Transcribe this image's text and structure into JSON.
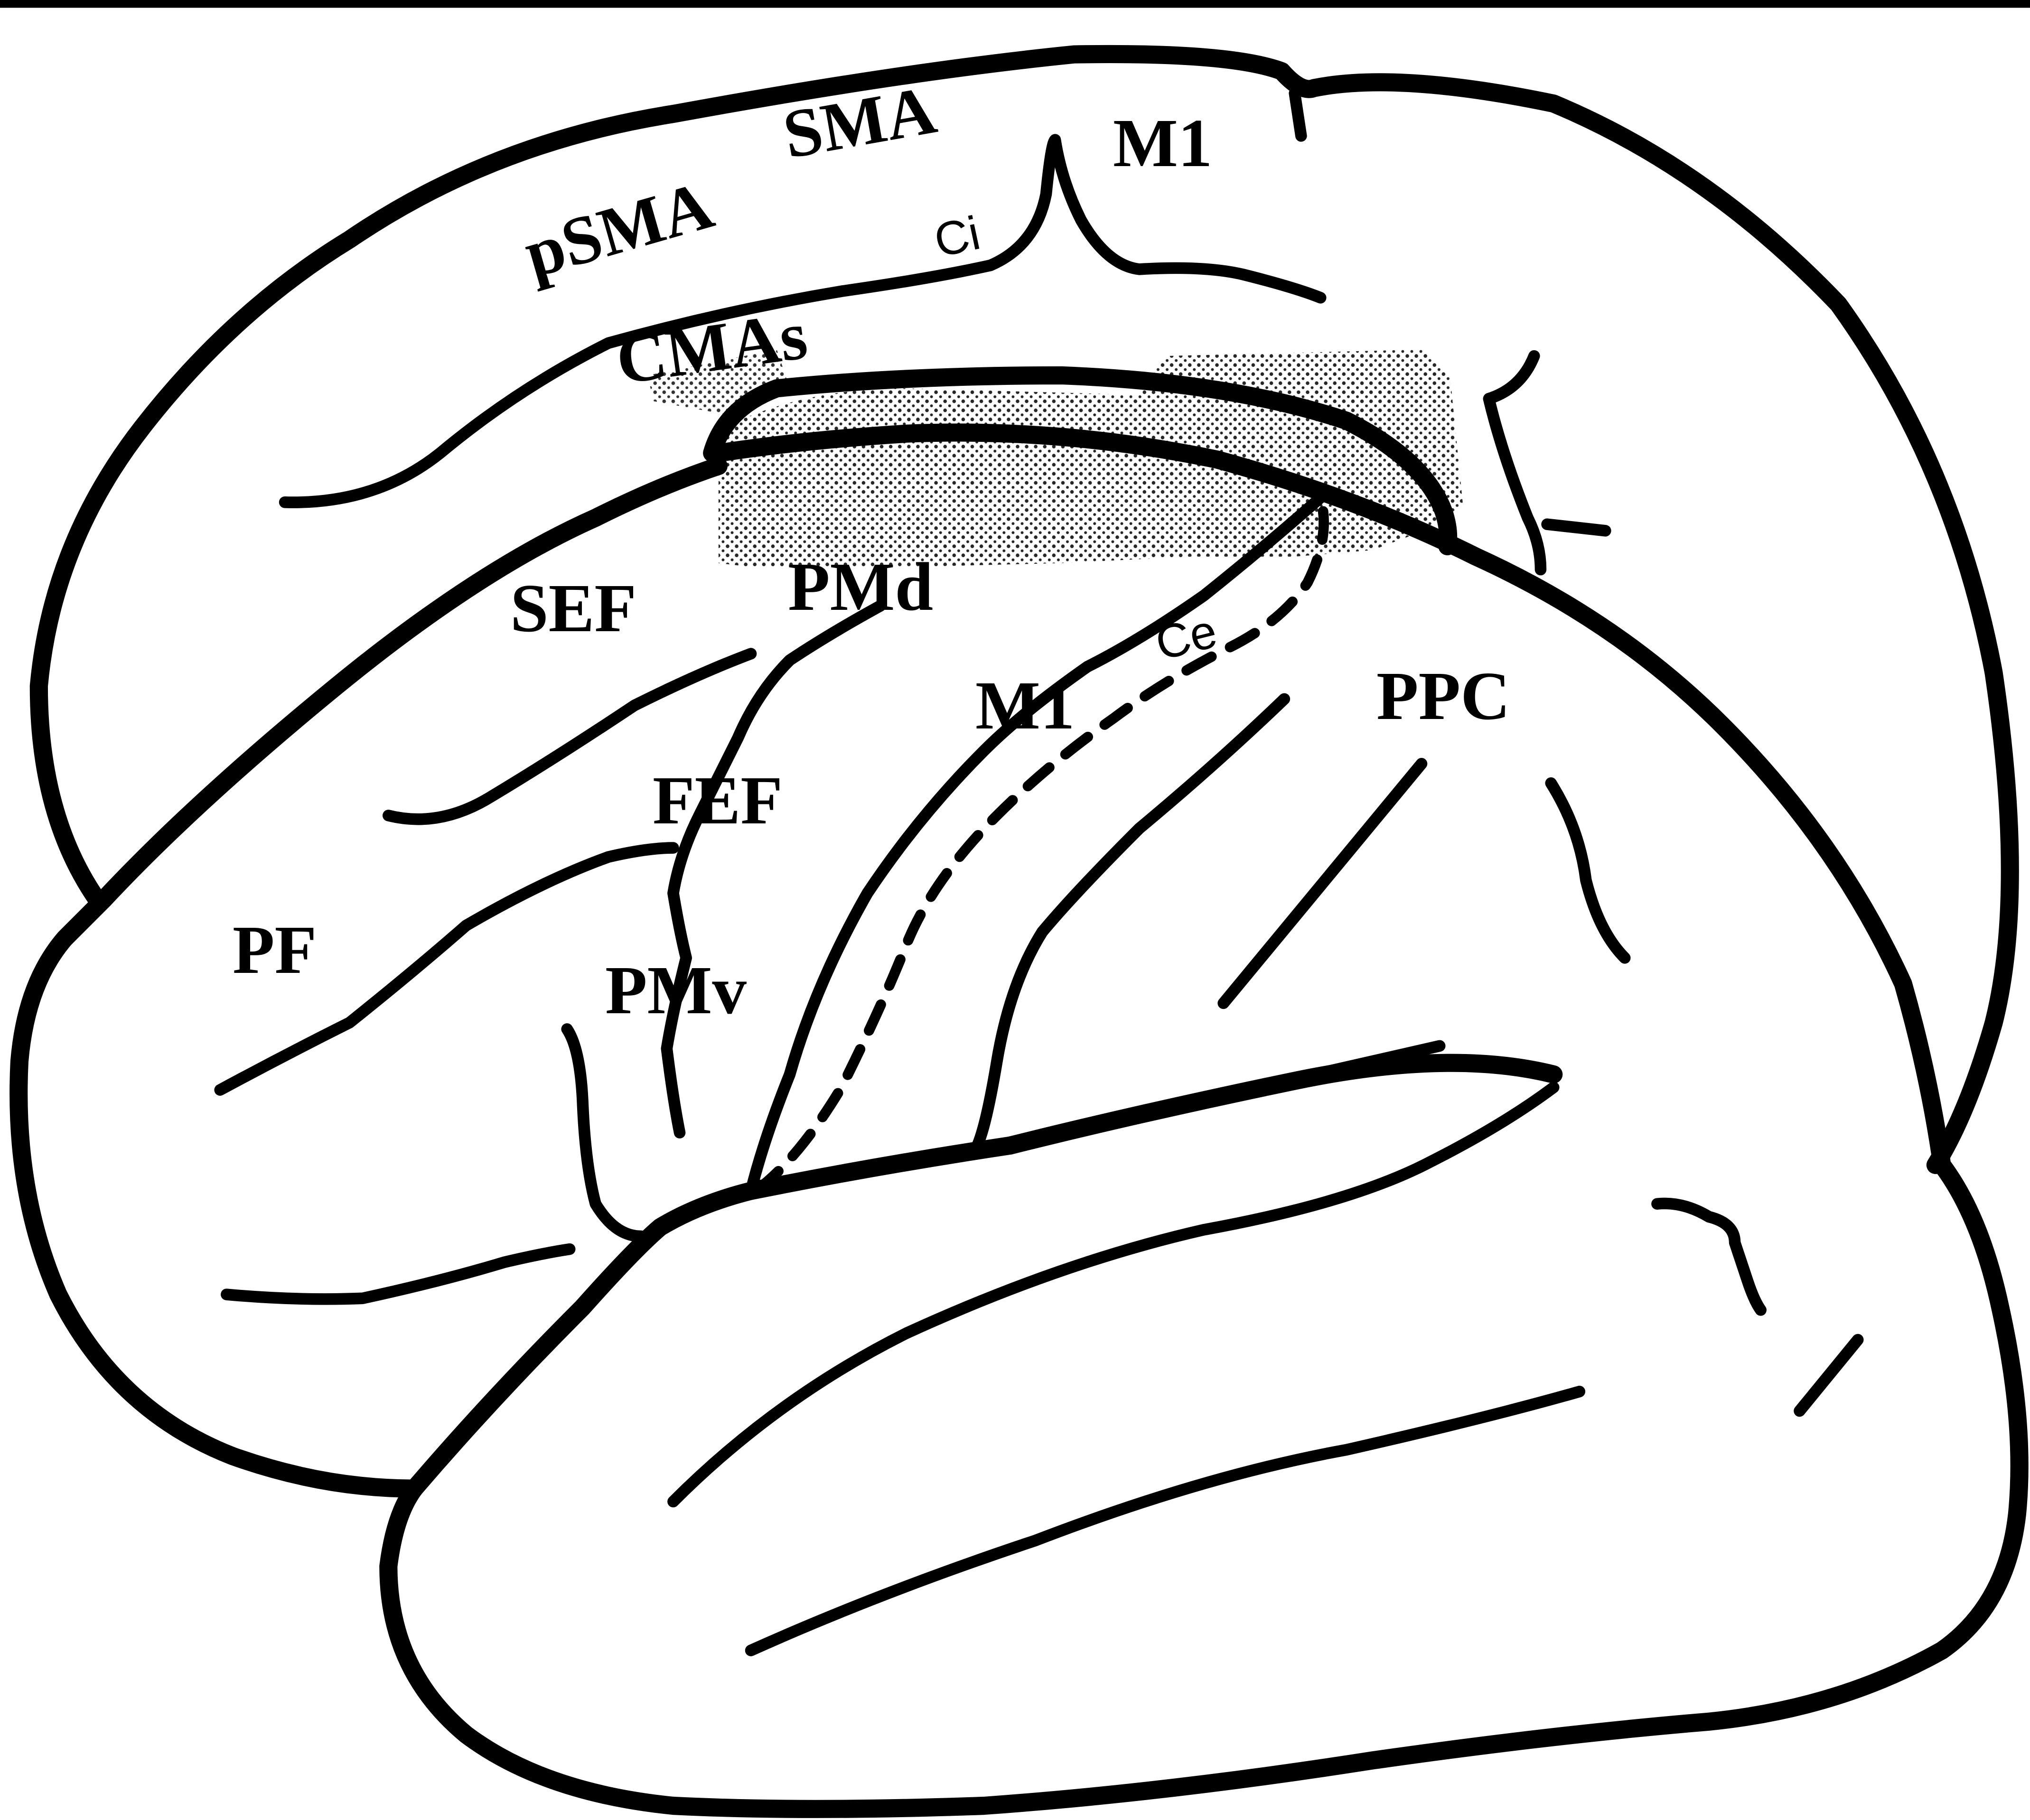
{
  "labels": {
    "psma": "pSMA",
    "sma": "SMA",
    "m1_medial": "M1",
    "ci": "Ci",
    "cmas": "CMAs",
    "sef": "SEF",
    "pmd": "PMd",
    "ce": "Ce",
    "m1_lateral": "M1",
    "ppc": "PPC",
    "fef": "FEF",
    "pf": "PF",
    "pmv": "PMv"
  },
  "colors": {
    "line": "#000000",
    "background": "#ffffff",
    "stipple": "#000000"
  }
}
